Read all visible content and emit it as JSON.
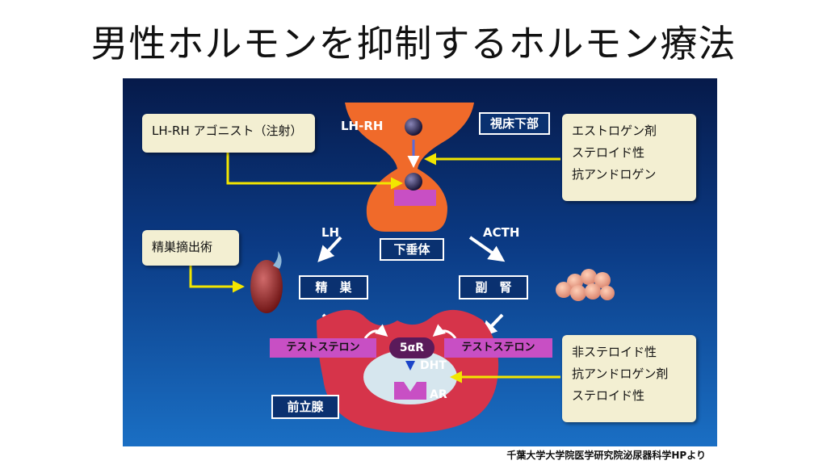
{
  "title": "男性ホルモンを抑制するホルモン療法",
  "source": "千葉大学大学院医学研究院泌尿器科学HPより",
  "diagram": {
    "hypothalamus": "視床下部",
    "lhrh": "LH-RH",
    "pituitary": "下垂体",
    "lh": "LH",
    "acth": "ACTH",
    "testis": "精　巣",
    "adrenal": "副　腎",
    "testosterone": "テストステロン",
    "five_ar": "5αR",
    "dht": "DHT",
    "ar": "AR",
    "prostate": "前立腺",
    "box_agonist": "LH-RH アゴニスト（注射）",
    "box_orchiectomy": "精巣摘出術",
    "box_steroid": [
      "エストロゲン剤",
      "ステロイド性",
      "抗アンドロゲン"
    ],
    "box_nonsteroid": [
      "非ステロイド性",
      "抗アンドロゲン剤",
      "ステロイド性"
    ]
  },
  "colors": {
    "panel_top": "#061a4a",
    "panel_bottom": "#1a6fc4",
    "arrow_yellow": "#f2e600",
    "gland_orange": "#f06a2a",
    "prostate_red": "#d6344a",
    "label_pink": "#c84fc4"
  }
}
